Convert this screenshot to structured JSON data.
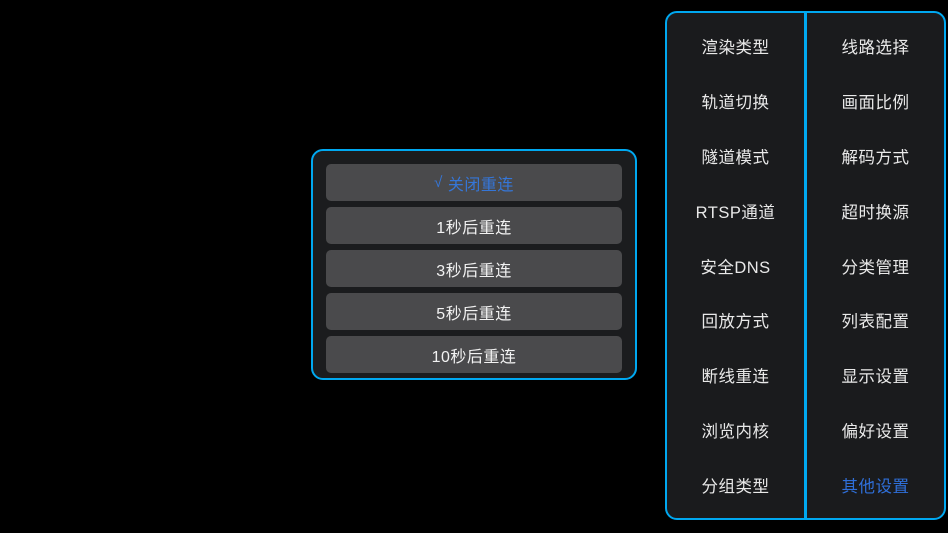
{
  "screen": {
    "background_color": "#000000",
    "accent_color": "#00a8f0",
    "highlight_text_color": "#3576d8",
    "panel_background_color": "#1a1b1d",
    "option_row_color": "#4a4a4c",
    "text_color": "#e9e9e9"
  },
  "reconnect_dialog": {
    "name": "disconnect-reconnect-options",
    "selected_index": 0,
    "check_glyph": "√",
    "options": [
      {
        "label": "关闭重连",
        "selected": true
      },
      {
        "label": "1秒后重连",
        "selected": false
      },
      {
        "label": "3秒后重连",
        "selected": false
      },
      {
        "label": "5秒后重连",
        "selected": false
      },
      {
        "label": "10秒后重连",
        "selected": false
      }
    ]
  },
  "settings_panel": {
    "columns": [
      {
        "name": "left-column",
        "items": [
          {
            "label": "渲染类型",
            "active": false
          },
          {
            "label": "轨道切换",
            "active": false
          },
          {
            "label": "隧道模式",
            "active": false
          },
          {
            "label": "RTSP通道",
            "active": false
          },
          {
            "label": "安全DNS",
            "active": false
          },
          {
            "label": "回放方式",
            "active": false
          },
          {
            "label": "断线重连",
            "active": false
          },
          {
            "label": "浏览内核",
            "active": false
          },
          {
            "label": "分组类型",
            "active": false
          }
        ]
      },
      {
        "name": "right-column",
        "items": [
          {
            "label": "线路选择",
            "active": false
          },
          {
            "label": "画面比例",
            "active": false
          },
          {
            "label": "解码方式",
            "active": false
          },
          {
            "label": "超时换源",
            "active": false
          },
          {
            "label": "分类管理",
            "active": false
          },
          {
            "label": "列表配置",
            "active": false
          },
          {
            "label": "显示设置",
            "active": false
          },
          {
            "label": "偏好设置",
            "active": false
          },
          {
            "label": "其他设置",
            "active": true
          }
        ]
      }
    ]
  }
}
